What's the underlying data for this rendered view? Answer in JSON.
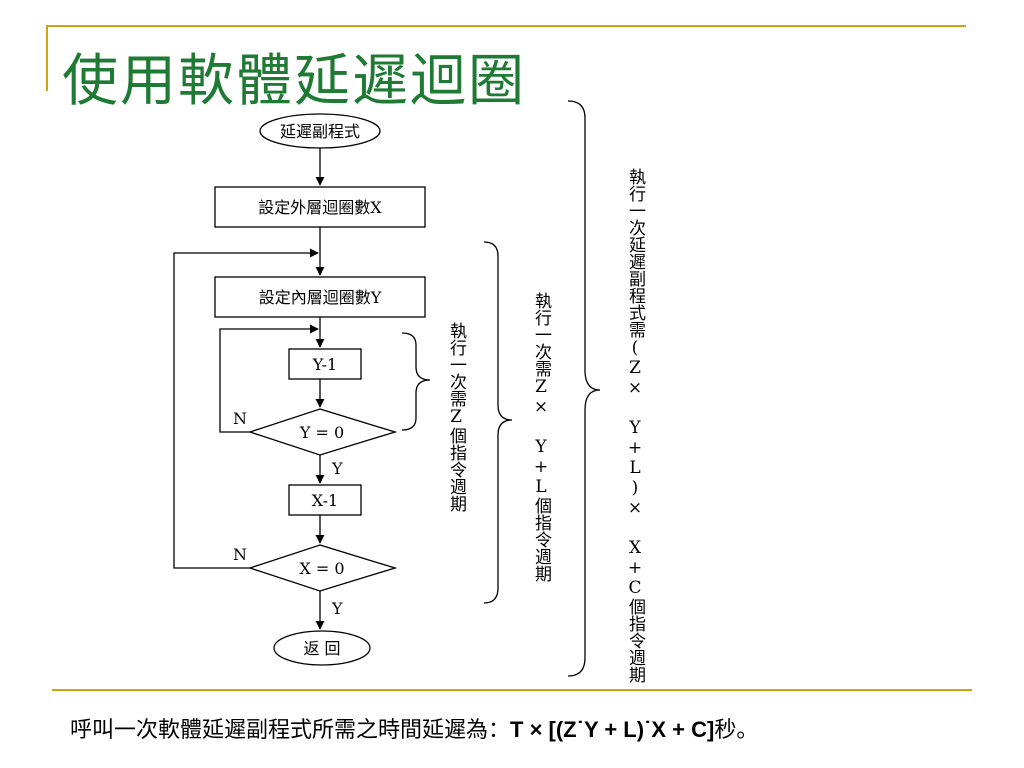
{
  "title": "使用軟體延遲迴圈",
  "flowchart": {
    "start": "延遲副程式",
    "outer_setup": "設定外層迴圈數X",
    "inner_setup": "設定內層迴圈數Y",
    "dec_y": "Y-1",
    "check_y": "Y = 0",
    "dec_x": "X-1",
    "check_x": "X = 0",
    "no_label": "N",
    "yes_label": "Y",
    "end": "返 回"
  },
  "annotations": {
    "inner": "執行一次需Z個指令週期",
    "middle": "執行一次需Z× Y+L個指令週期",
    "outer": "執行一次延遲副程式需(Z× Y+L)× X+C個指令週期"
  },
  "formula": {
    "prefix": "呼叫一次軟體延遲副程式所需之時間延遲為：",
    "bold": "T × [(Z˙Y + L)˙X + C]",
    "suffix": "秒。"
  },
  "colors": {
    "title": "#1f7a33",
    "rule": "#d4a017"
  }
}
